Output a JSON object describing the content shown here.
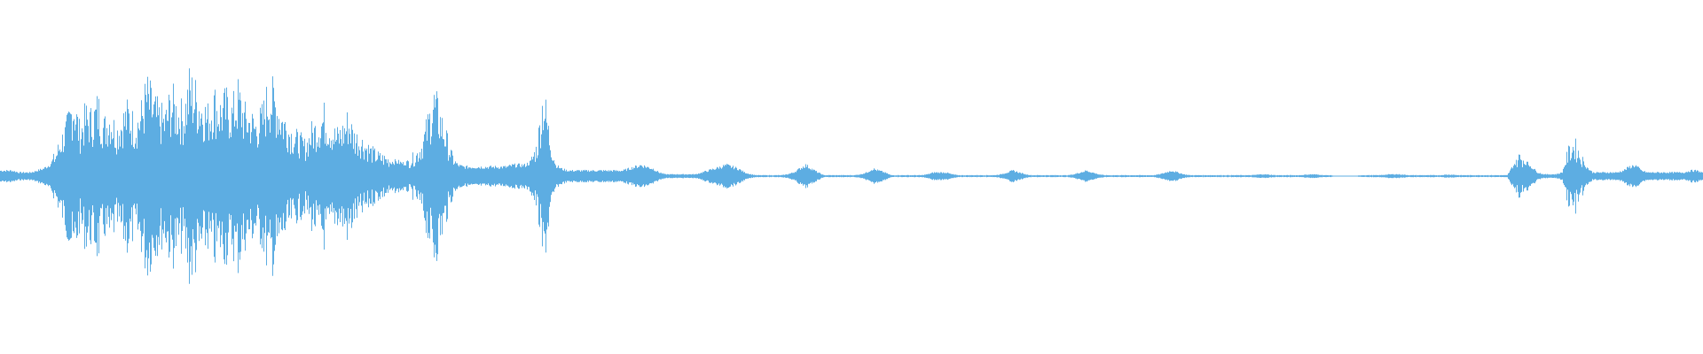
{
  "waveform": {
    "color": "#5dade2",
    "background": "#ffffff",
    "samples": [
      0.03,
      0.03,
      0.03,
      0.02,
      0.02,
      0.02,
      0.03,
      0.04,
      0.06,
      0.1,
      0.18,
      0.25,
      0.38,
      0.22,
      0.3,
      0.28,
      0.35,
      0.25,
      0.3,
      0.22,
      0.28,
      0.32,
      0.25,
      0.3,
      0.42,
      0.35,
      0.3,
      0.28,
      0.38,
      0.33,
      0.3,
      0.45,
      0.4,
      0.35,
      0.3,
      0.38,
      0.33,
      0.36,
      0.32,
      0.4,
      0.3,
      0.28,
      0.25,
      0.3,
      0.42,
      0.38,
      0.3,
      0.25,
      0.2,
      0.18,
      0.15,
      0.22,
      0.25,
      0.3,
      0.25,
      0.2,
      0.22,
      0.28,
      0.2,
      0.18,
      0.15,
      0.12,
      0.1,
      0.09,
      0.08,
      0.08,
      0.07,
      0.08,
      0.1,
      0.15,
      0.25,
      0.38,
      0.3,
      0.2,
      0.1,
      0.06,
      0.05,
      0.05,
      0.05,
      0.05,
      0.05,
      0.05,
      0.05,
      0.05,
      0.06,
      0.06,
      0.06,
      0.08,
      0.15,
      0.4,
      0.2,
      0.06,
      0.04,
      0.03,
      0.03,
      0.03,
      0.03,
      0.03,
      0.03,
      0.03,
      0.03,
      0.03,
      0.03,
      0.04,
      0.05,
      0.06,
      0.05,
      0.04,
      0.02,
      0.01,
      0.01,
      0.01,
      0.01,
      0.01,
      0.01,
      0.02,
      0.03,
      0.04,
      0.05,
      0.06,
      0.05,
      0.04,
      0.02,
      0.01,
      0.005,
      0.005,
      0.005,
      0.005,
      0.005,
      0.01,
      0.02,
      0.04,
      0.06,
      0.04,
      0.02,
      0.005,
      0.005,
      0.005,
      0.005,
      0.005,
      0.005,
      0.01,
      0.02,
      0.04,
      0.03,
      0.02,
      0.005,
      0.005,
      0.005,
      0.005,
      0.005,
      0.005,
      0.01,
      0.02,
      0.02,
      0.02,
      0.01,
      0.005,
      0.005,
      0.005,
      0.005,
      0.005,
      0.005,
      0.005,
      0.01,
      0.02,
      0.03,
      0.02,
      0.01,
      0.005,
      0.005,
      0.005,
      0.005,
      0.005,
      0.005,
      0.005,
      0.01,
      0.02,
      0.03,
      0.02,
      0.01,
      0.005,
      0.005,
      0.005,
      0.005,
      0.005,
      0.005,
      0.005,
      0.005,
      0.005,
      0.01,
      0.02,
      0.03,
      0.02,
      0.01,
      0.005,
      0.005,
      0.005,
      0.005,
      0.005,
      0.005,
      0.005,
      0.005,
      0.005,
      0.005,
      0.005,
      0.008,
      0.01,
      0.008,
      0.005,
      0.005,
      0.005,
      0.005,
      0.005,
      0.008,
      0.01,
      0.008,
      0.005,
      0.005,
      0.0,
      0.0,
      0.0,
      0.0,
      0.005,
      0.005,
      0.005,
      0.005,
      0.008,
      0.01,
      0.01,
      0.008,
      0.005,
      0.005,
      0.005,
      0.005,
      0.005,
      0.005,
      0.008,
      0.008,
      0.005,
      0.005,
      0.005,
      0.005,
      0.005,
      0.005,
      0.005,
      0.005,
      0.005,
      0.06,
      0.1,
      0.08,
      0.05,
      0.02,
      0.01,
      0.01,
      0.01,
      0.02,
      0.12,
      0.16,
      0.1,
      0.05,
      0.02,
      0.02,
      0.02,
      0.02,
      0.02,
      0.03,
      0.05,
      0.06,
      0.03,
      0.02,
      0.02,
      0.02,
      0.02,
      0.02,
      0.02,
      0.02,
      0.03,
      0.03,
      0.02
    ]
  }
}
